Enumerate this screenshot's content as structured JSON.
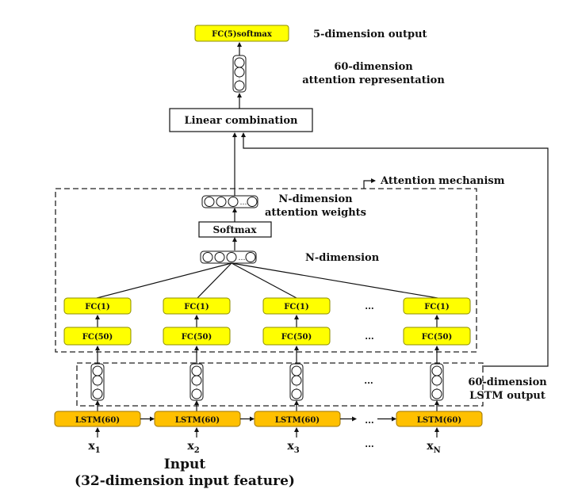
{
  "colors": {
    "fc_fill": "#FFFF00",
    "fc_stroke": "#8C8C00",
    "lstm_fill": "#FFC000",
    "lstm_stroke": "#9C7300",
    "line": "#111111"
  },
  "output": {
    "box_label": "FC(5)softmax",
    "label": "5-dimension output"
  },
  "attention_representation": {
    "line1": "60-dimension",
    "line2": "attention representation"
  },
  "linear_combination": {
    "label": "Linear combination"
  },
  "attention_mechanism": {
    "title": "Attention mechanism",
    "weights_label_line1": "N-dimension",
    "weights_label_line2": "attention weights",
    "softmax_label": "Softmax",
    "ndim_label": "N-dimension",
    "ellipsis": "...",
    "columns": [
      {
        "fc1": "FC(1)",
        "fc50": "FC(50)"
      },
      {
        "fc1": "FC(1)",
        "fc50": "FC(50)"
      },
      {
        "fc1": "FC(1)",
        "fc50": "FC(50)"
      },
      {
        "fc1": "FC(1)",
        "fc50": "FC(50)"
      }
    ]
  },
  "lstm_output": {
    "line1": "60-dimension",
    "line2": "LSTM output"
  },
  "lstm": {
    "cells": [
      {
        "label": "LSTM(60)",
        "input": "x",
        "sub": "1"
      },
      {
        "label": "LSTM(60)",
        "input": "x",
        "sub": "2"
      },
      {
        "label": "LSTM(60)",
        "input": "x",
        "sub": "3"
      },
      {
        "label": "LSTM(60)",
        "input": "x",
        "sub": "N"
      }
    ],
    "ellipsis": "..."
  },
  "input": {
    "line1": "Input",
    "line2": "(32-dimension input feature)"
  }
}
